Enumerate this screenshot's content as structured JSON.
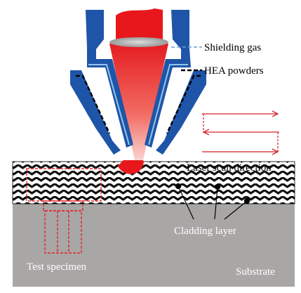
{
  "labels": {
    "shielding_gas": "Shielding gas",
    "hea_powders": "HEA powders",
    "laser_scan_direction": "Laser scan direction",
    "cladding_layer": "Cladding layer",
    "test_specimen": "Test specimen",
    "substrate": "Substrate"
  },
  "colors": {
    "nozzle": "#1f55a8",
    "laser": "#e8171b",
    "gas_line": "#8fc6ea",
    "substrate": "#a9a6a6",
    "arrow": "#d4252a",
    "specimen_outline": "#e0262b"
  }
}
